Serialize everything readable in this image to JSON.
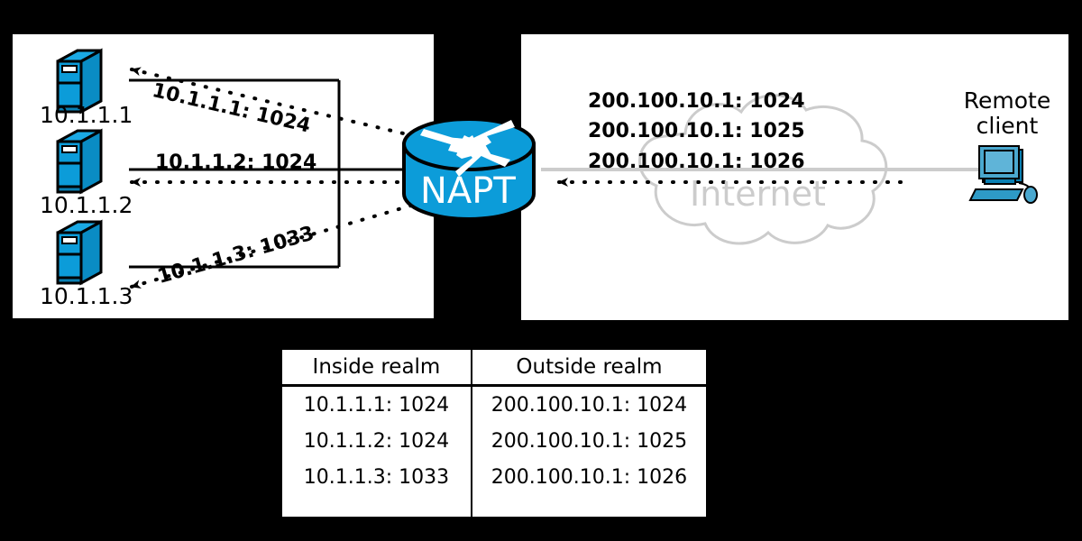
{
  "diagram": {
    "title": "NAPT address translation diagram",
    "router": {
      "label": "NAPT",
      "icon": "router-icon",
      "color": "#0c9cd9"
    },
    "cloud": {
      "label": "Internet",
      "color": "#cccccc"
    }
  },
  "inside_realm": {
    "hosts": [
      {
        "icon": "server-host-icon",
        "label": "10.1.1.1",
        "flow": "10.1.1.1: 1024"
      },
      {
        "icon": "server-host-icon",
        "label": "10.1.1.2",
        "flow": "10.1.1.2: 1024"
      },
      {
        "icon": "server-host-icon",
        "label": "10.1.1.3",
        "flow": "10.1.1.3: 1033"
      }
    ]
  },
  "outside_realm": {
    "flows": [
      "200.100.10.1: 1024",
      "200.100.10.1: 1025",
      "200.100.10.1: 1026"
    ],
    "client": {
      "icon": "desktop-computer-icon",
      "line1": "Remote",
      "line2": "client"
    }
  },
  "table": {
    "headers": [
      "Inside realm",
      "Outside realm"
    ],
    "rows": [
      [
        "10.1.1.1: 1024",
        "200.100.10.1: 1024"
      ],
      [
        "10.1.1.2: 1024",
        "200.100.10.1: 1025"
      ],
      [
        "10.1.1.3: 1033",
        "200.100.10.1: 1026"
      ]
    ]
  }
}
